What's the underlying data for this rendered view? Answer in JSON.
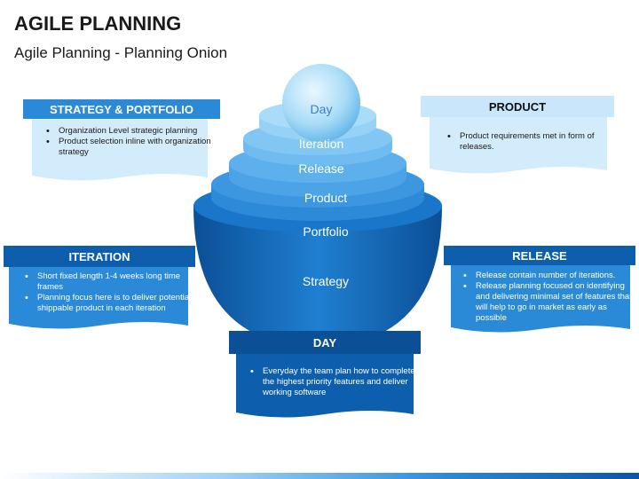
{
  "title": "AGILE PLANNING",
  "subtitle": "Agile Planning - Planning Onion",
  "onion": {
    "day": "Day",
    "iteration": "Iteration",
    "release": "Release",
    "product": "Product",
    "portfolio": "Portfolio",
    "strategy": "Strategy"
  },
  "boxes": {
    "strategy_portfolio": {
      "heading": "STRATEGY  & PORTFOLIO",
      "bullets": [
        "Organization Level strategic planning",
        "Product selection inline with organization strategy"
      ]
    },
    "product": {
      "heading": "PRODUCT",
      "bullets": [
        "Product requirements met in form of releases."
      ]
    },
    "iteration": {
      "heading": "ITERATION",
      "bullets": [
        "Short fixed length 1-4 weeks long time frames",
        "Planning focus here is to deliver potentially shippable product in each iteration"
      ]
    },
    "release": {
      "heading": "RELEASE",
      "bullets": [
        "Release contain number of iterations.",
        "Release planning focused on identifying and delivering minimal set of features that will help to go in market as early as possible"
      ]
    },
    "day": {
      "heading": "DAY",
      "bullets": [
        "Everyday the team plan how to complete the highest priority features and deliver working software"
      ]
    }
  },
  "colors": {
    "dark_blue": "#0d5fae",
    "mid_blue": "#2a8ad8",
    "light_blue": "#7cc4f0",
    "pale_blue": "#d3ecfb"
  }
}
